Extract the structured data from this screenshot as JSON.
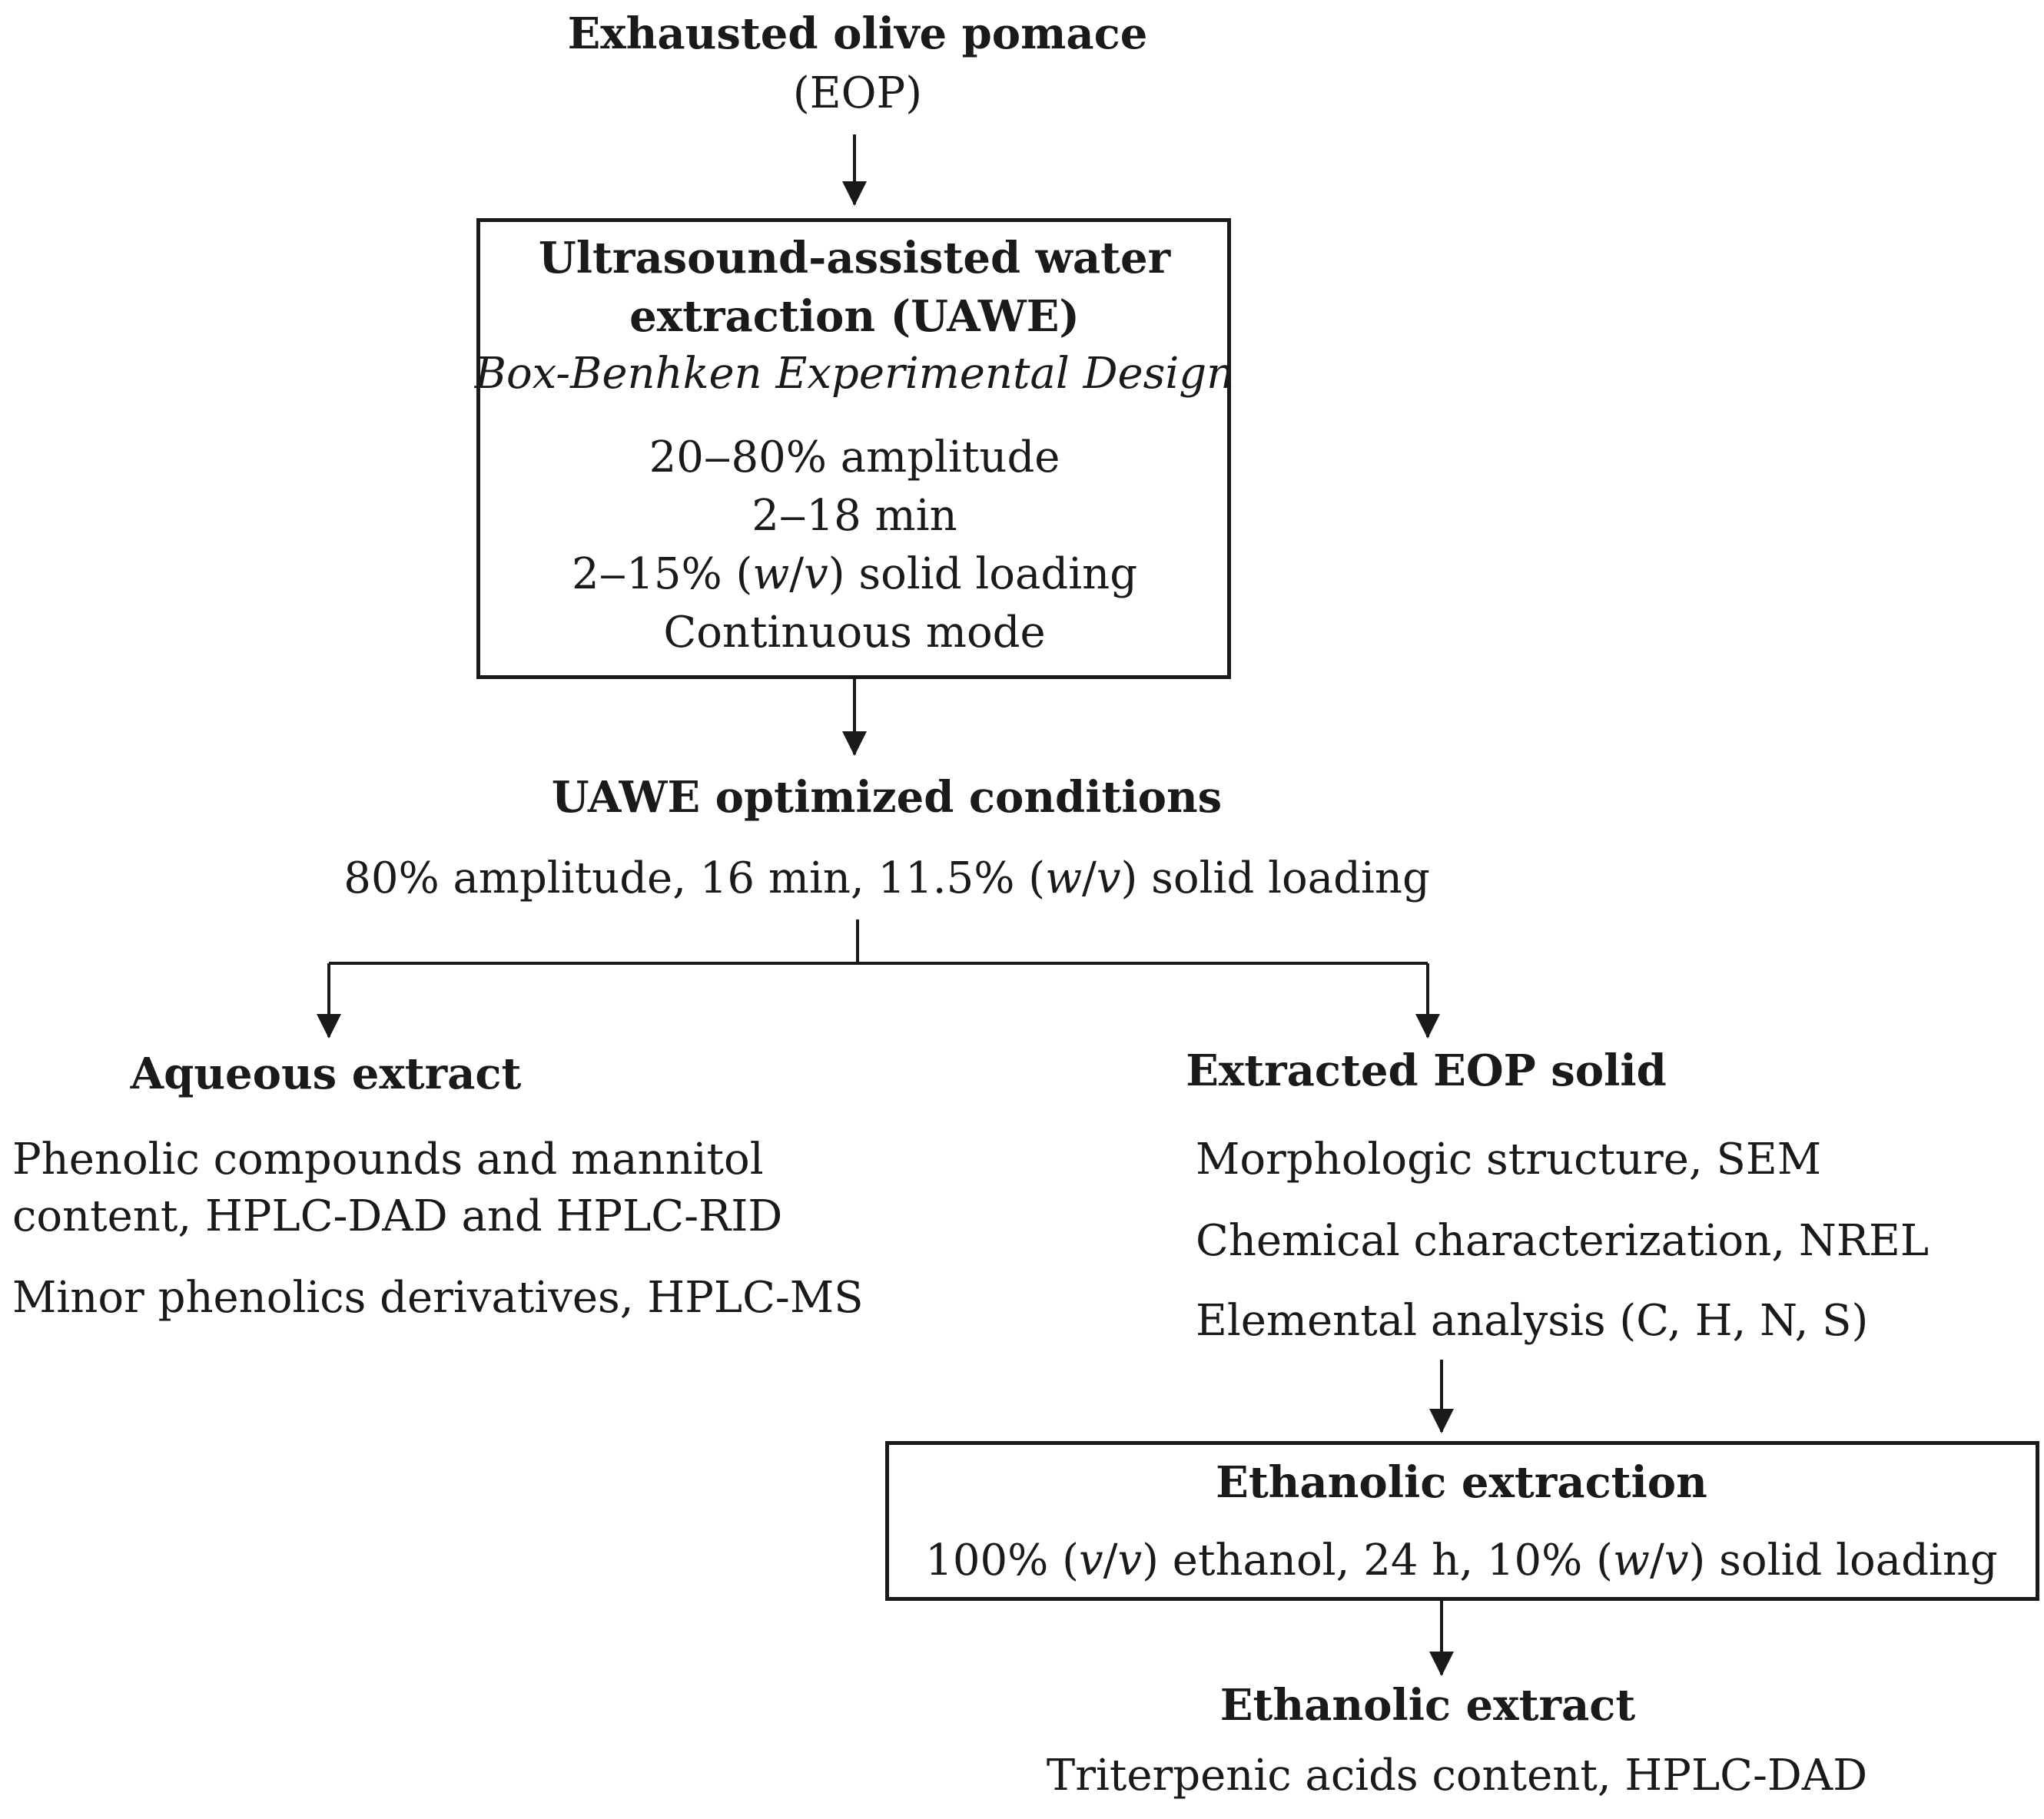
{
  "eop": {
    "title": "Exhausted olive pomace",
    "abbr": "(EOP)"
  },
  "uawe_box": {
    "title_line1": "Ultrasound-assisted water",
    "title_line2": "extraction (UAWE)",
    "design": "Box-Benhken Experimental Design",
    "amplitude": "20‒80% amplitude",
    "time": "2‒18 min",
    "loading_prefix": "2‒15% (",
    "loading_w": "w",
    "loading_slash": "/",
    "loading_v": "v",
    "loading_suffix": ") solid loading",
    "mode": "Continuous mode"
  },
  "optimized": {
    "title": "UAWE optimized conditions",
    "prefix": "80% amplitude, 16 min, 11.5% (",
    "w": "w",
    "slash": "/",
    "v": "v",
    "suffix": ") solid loading"
  },
  "aqueous": {
    "title": "Aqueous extract",
    "line1": "Phenolic compounds and mannitol",
    "line2": "content, HPLC-DAD and HPLC-RID",
    "line3": "Minor phenolics derivatives,  HPLC-MS"
  },
  "solid": {
    "title": "Extracted EOP solid",
    "line1": "Morphologic structure, SEM",
    "line2": "Chemical characterization, NREL",
    "line3": "Elemental analysis (C, H, N, S)"
  },
  "ethanolic_box": {
    "title": "Ethanolic extraction",
    "prefix": "100% (",
    "v1": "v",
    "slash1": "/",
    "v2": "v",
    "middle": ") ethanol, 24 h, 10% (",
    "w": "w",
    "slash2": "/",
    "v3": "v",
    "suffix": ") solid loading"
  },
  "ethanolic_extract": {
    "title": "Ethanolic extract",
    "line1": "Triterpenic acids content, HPLC-DAD"
  }
}
